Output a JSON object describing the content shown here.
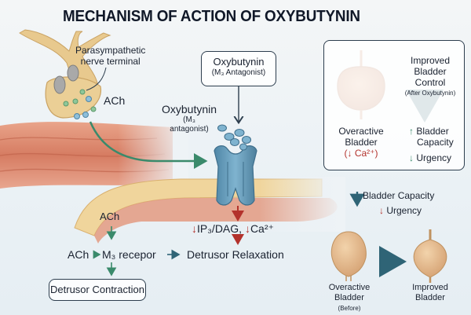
{
  "title": "MECHANISM OF ACTION OF OXYBUTYNIN",
  "nerve": {
    "label_line1": "Parasympathetic",
    "label_line2": "nerve terminal",
    "ach": "ACh"
  },
  "drug_box": {
    "name": "Oxybutynin",
    "role": "(M₃ Antagonist)"
  },
  "drug_side_label": {
    "name": "Oxybutynin",
    "line2": "(M₃",
    "line3": "antagonist)"
  },
  "signal": {
    "arrow_down": "↓",
    "ip3": "IP₃/DAG,",
    "ca": "Ca²⁺",
    "result": "Detrusor Relaxation"
  },
  "pathway": {
    "ach_top": "ACh",
    "ach_left": "ACh",
    "receptor": "M₃ recepor",
    "contraction": "Detrusor Contraction"
  },
  "control_panel": {
    "heading_line1": "Improved",
    "heading_line2": "Bladder",
    "heading_line3": "Control",
    "heading_sub": "(After Oxybutynin)",
    "left_label_line1": "Overactive",
    "left_label_line2": "Bladder",
    "left_label_line3": "(↓ Ca²⁺)",
    "up_arrow": "↑",
    "capacity_line1": "Bladder",
    "capacity_line2": "Capacity",
    "down_arrow": "↓",
    "urgency": "Urgency"
  },
  "comparison": {
    "capacity_label": "Bladder Capacity",
    "urgency_label": "Urgency",
    "down_arrow": "↓",
    "before_line1": "Overactive",
    "before_line2": "Bladder",
    "before_line3": "(Before)",
    "after_line1": "Improved",
    "after_line2": "Bladder"
  },
  "colors": {
    "title": "#101828",
    "green_arrow": "#3a8a6b",
    "red_arrow": "#b3322c",
    "teal_arrow": "#2f6476",
    "receptor": "#6a9fbd",
    "tissue": "#d9846a",
    "nerve": "#e8c98e"
  }
}
